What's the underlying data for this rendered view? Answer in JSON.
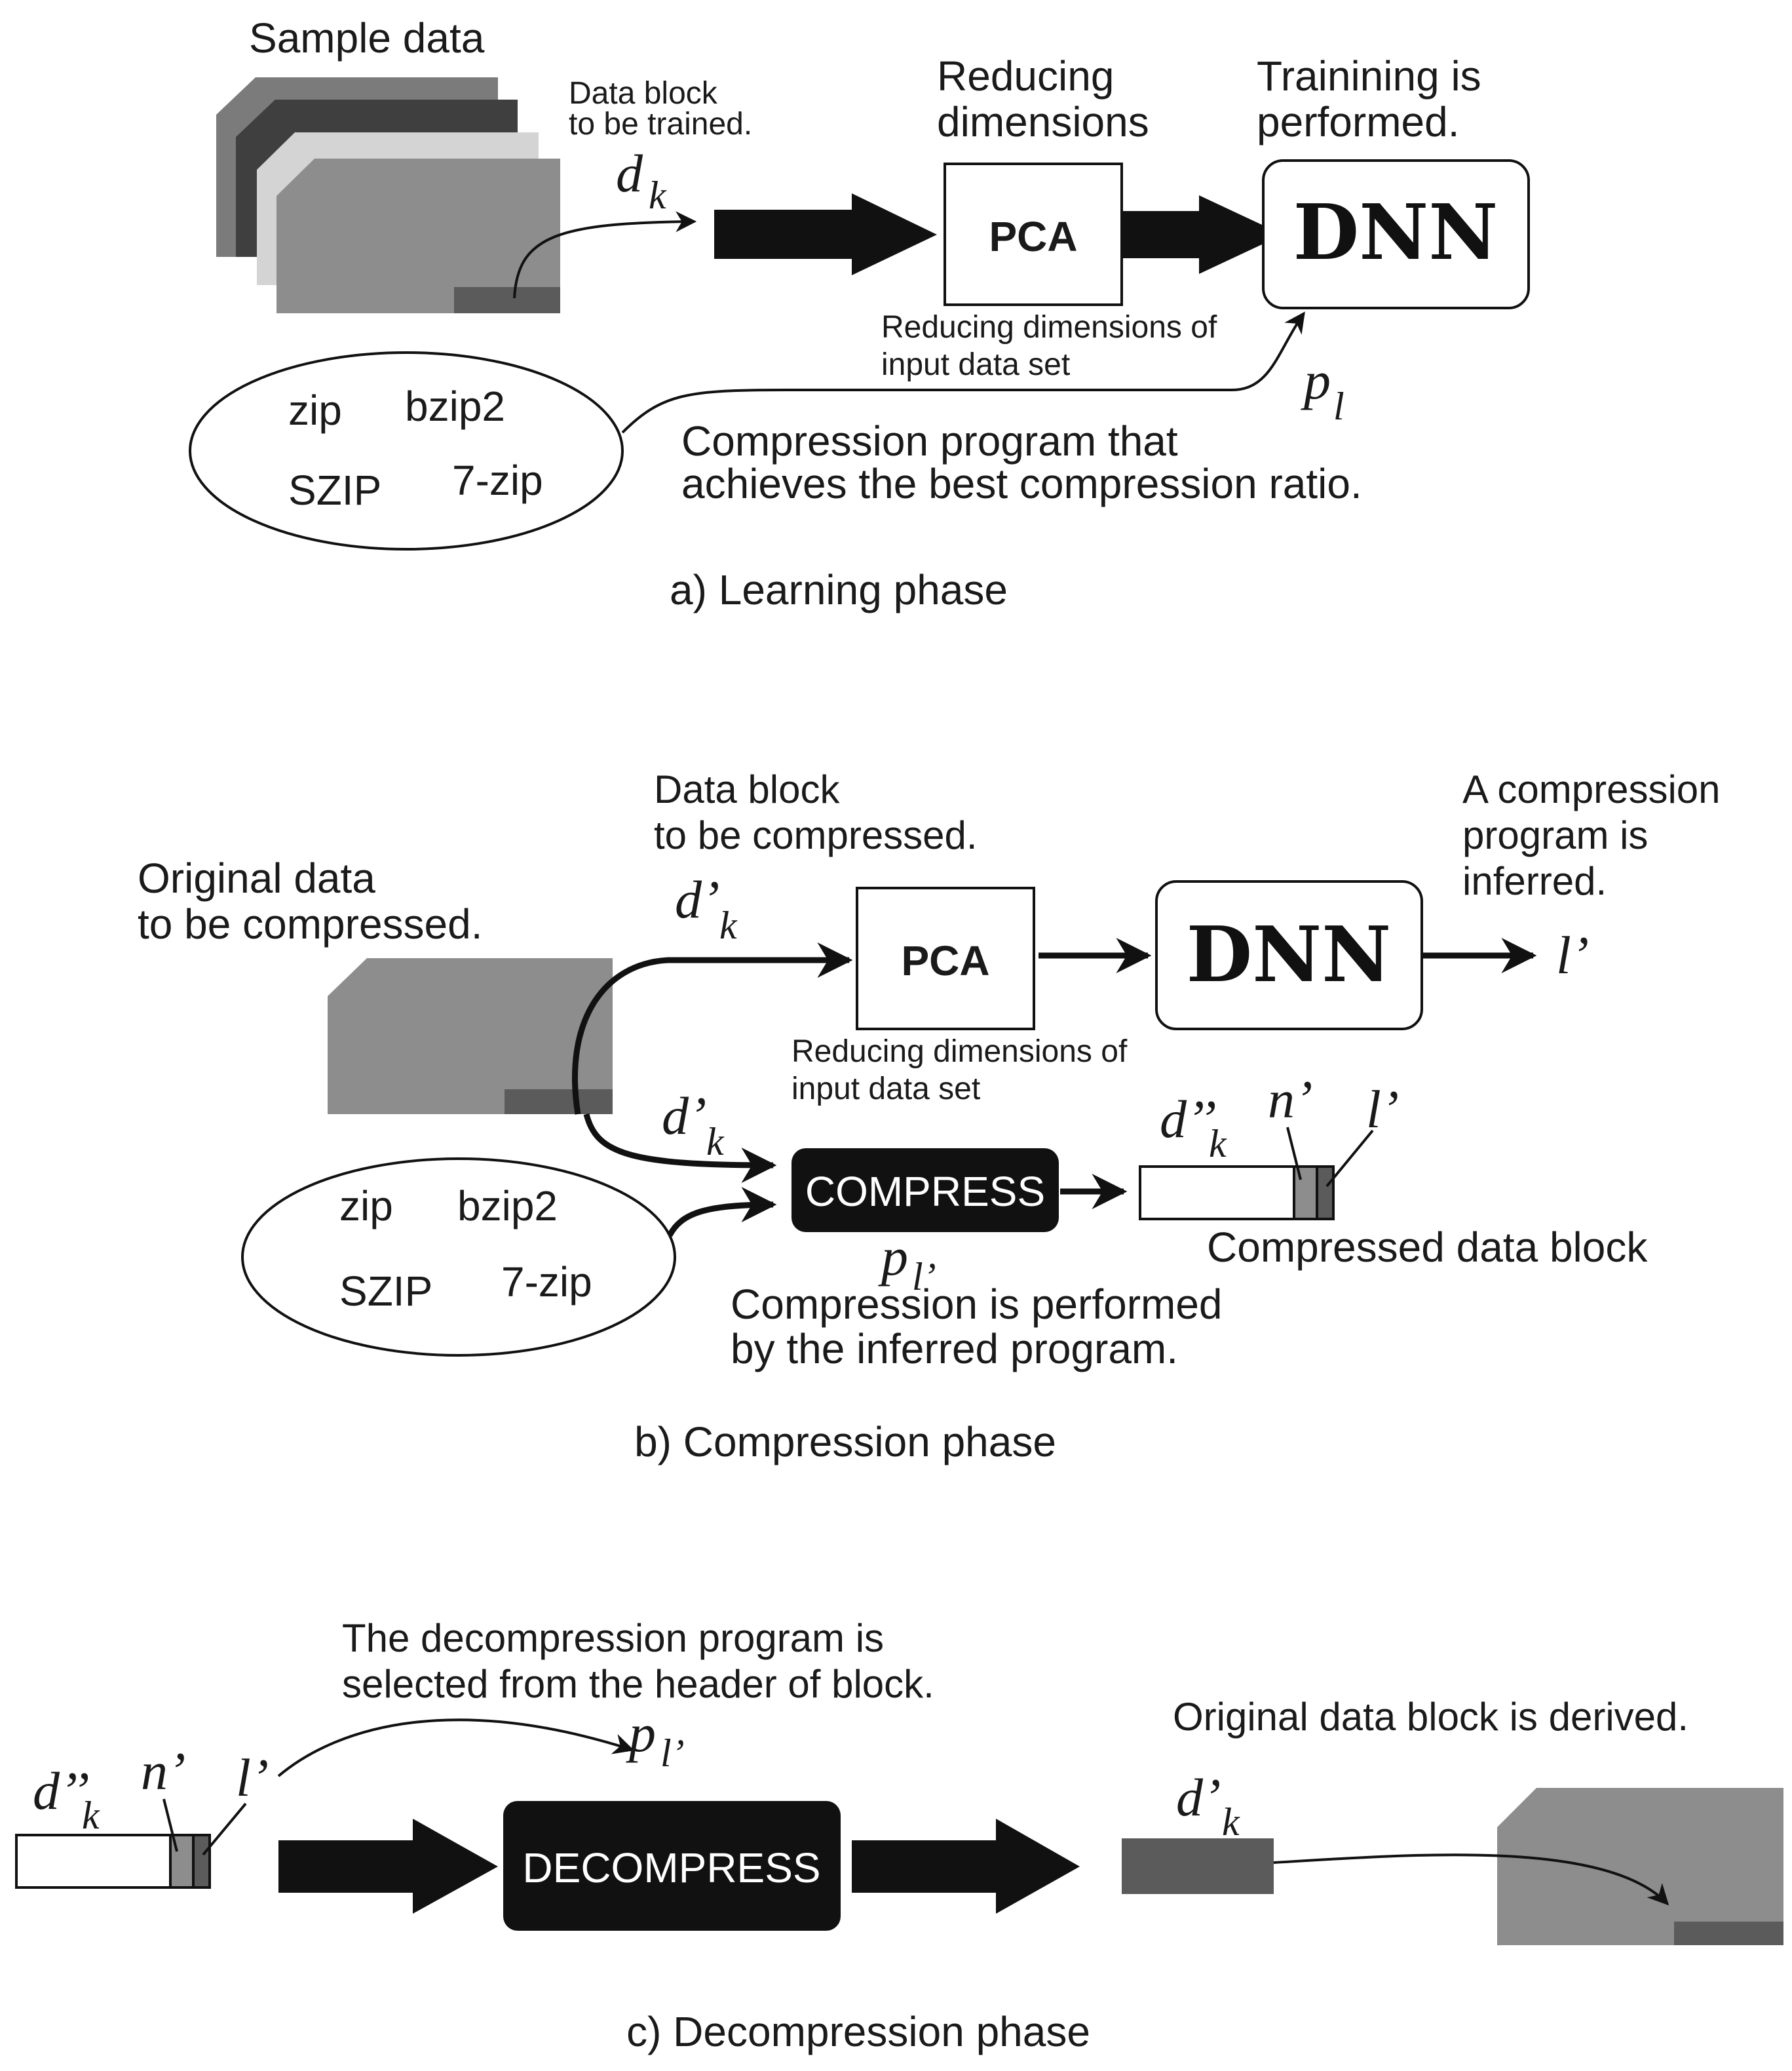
{
  "colors": {
    "ink": "#111111",
    "dark_gray": "#5b5b5b",
    "mid_gray": "#8d8d8d",
    "light_gray": "#d4d4d4",
    "gray_2": "#7b7b7b",
    "block_dark": "#404040"
  },
  "learning": {
    "sample_data": "Sample data",
    "block_label_1": "Data block",
    "block_label_2": "to be trained.",
    "dk": "d",
    "dk_sub": "k",
    "reducing_1": "Reducing",
    "reducing_2": "dimensions",
    "pca": "PCA",
    "training_1": "Trainining is",
    "training_2": "performed.",
    "dnn": "DNN",
    "reduce_note_1": "Reducing dimensions of",
    "reduce_note_2": "input data set",
    "pl": "p",
    "pl_sub": "l",
    "programs": [
      "zip",
      "bzip2",
      "SZIP",
      "7-zip"
    ],
    "best_1": "Compression program that",
    "best_2": "achieves the best compression ratio.",
    "caption": "a) Learning phase"
  },
  "compression": {
    "original_1": "Original data",
    "original_2": "to be compressed.",
    "block_1": "Data block",
    "block_2": "to be compressed.",
    "dk_prime": "d’",
    "dk_sub": "k",
    "pca": "PCA",
    "dnn": "DNN",
    "inferred_1": "A compression",
    "inferred_2": "program is",
    "inferred_3": "inferred.",
    "l_prime": "l’",
    "reduce_note_1": "Reducing dimensions of",
    "reduce_note_2": "input data set",
    "compress": "COMPRESS",
    "d2k": "d’’",
    "n_prime": "n’",
    "compressed_block": "Compressed data block",
    "pl": "p",
    "pl_sub": "l’",
    "programs": [
      "zip",
      "bzip2",
      "SZIP",
      "7-zip"
    ],
    "performed_1": "Compression is performed",
    "performed_2": "by the inferred program.",
    "caption": "b) Compression phase"
  },
  "decompression": {
    "selected_1": "The decompression program is",
    "selected_2": "selected from the header of block.",
    "d2k": "d’’",
    "dk_sub": "k",
    "n_prime": "n’",
    "l_prime": "l’",
    "pl": "p",
    "pl_sub": "l’",
    "decompress": "DECOMPRESS",
    "derived": "Original data block is derived.",
    "dk_prime": "d’",
    "caption": "c) Decompression phase"
  }
}
